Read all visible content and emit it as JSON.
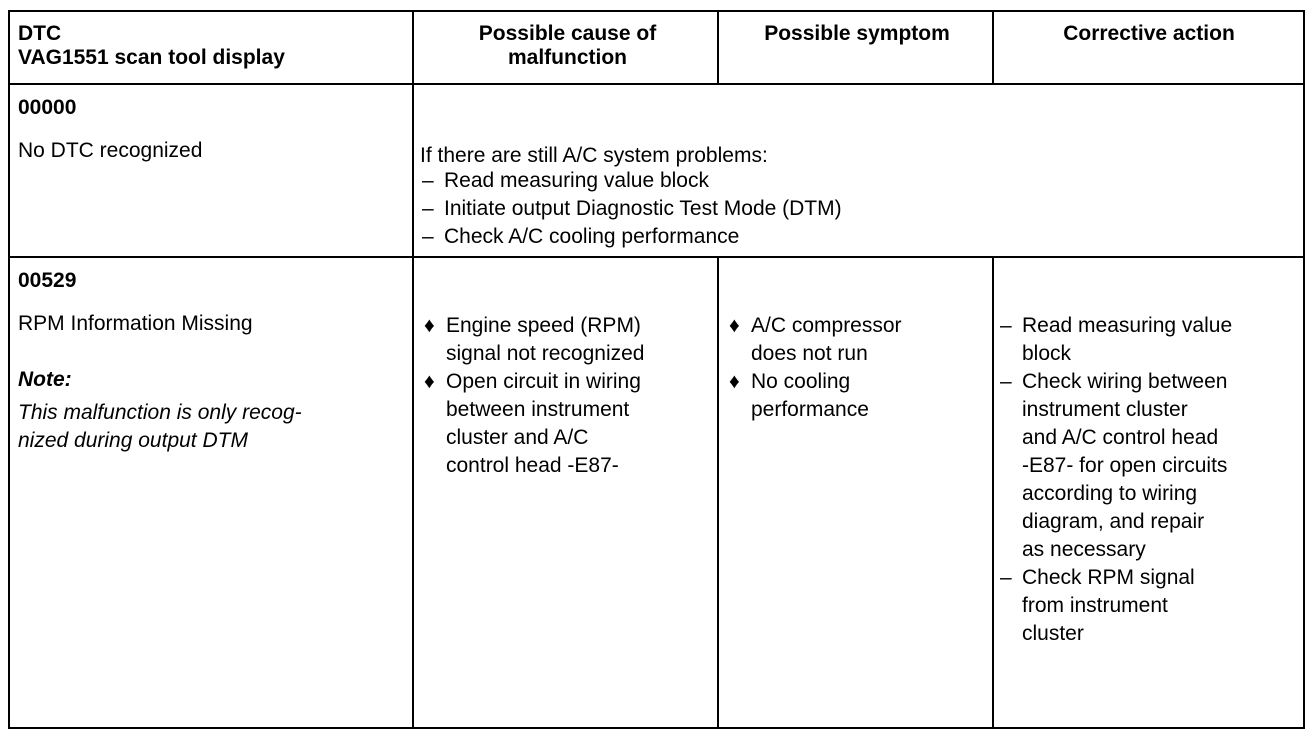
{
  "header": {
    "col1_line1": "DTC",
    "col1_line2": "VAG1551 scan tool display",
    "col2": "Possible cause of malfunction",
    "col3": "Possible symptom",
    "col4": "Corrective action"
  },
  "row1": {
    "code": "00000",
    "label": "No DTC recognized",
    "intro": "If there are still A/C system problems:",
    "marker": "–",
    "items": [
      "Read measuring value block",
      "Initiate output Diagnostic Test Mode (DTM)",
      "Check A/C cooling performance"
    ]
  },
  "row2": {
    "code": "00529",
    "label": "RPM Information Missing",
    "note_label": "Note:",
    "note_lines": [
      "This malfunction is only recog-",
      "nized during output DTM"
    ],
    "bullet": "♦",
    "dash": "–",
    "causes": [
      [
        "Engine speed (RPM)",
        "signal not recognized"
      ],
      [
        "Open circuit in wiring",
        "between instrument",
        "cluster and A/C",
        "control head -E87-"
      ]
    ],
    "symptoms": [
      [
        "A/C compressor",
        "does not run"
      ],
      [
        "No cooling",
        "performance"
      ]
    ],
    "actions": [
      [
        "Read measuring value",
        "block"
      ],
      [
        "Check wiring between",
        "instrument cluster",
        "and A/C control head",
        "-E87- for open circuits",
        "according to wiring",
        "diagram, and repair",
        "as necessary"
      ],
      [
        "Check RPM signal",
        "from instrument",
        "cluster"
      ]
    ]
  }
}
